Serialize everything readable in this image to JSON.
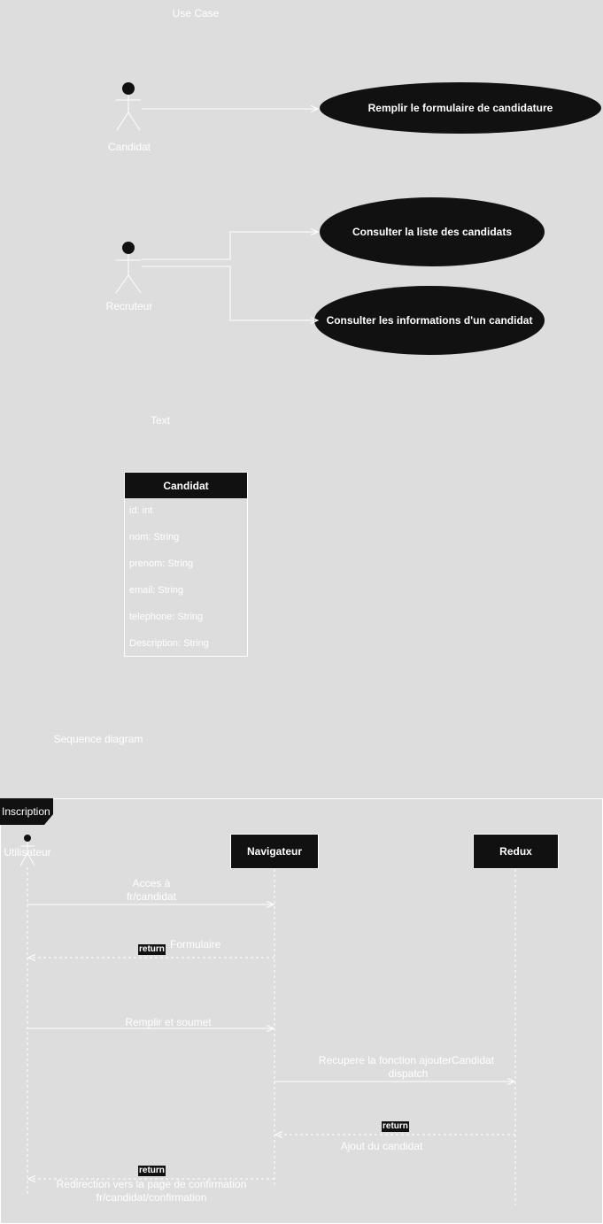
{
  "use_case": {
    "title": "Use Case",
    "actors": [
      {
        "name": "Candidat"
      },
      {
        "name": "Recruteur"
      }
    ],
    "use_cases": [
      {
        "label": "Remplir le formulaire de candidature"
      },
      {
        "label": "Consulter la liste des candidats"
      },
      {
        "label": "Consulter les informations d'un candidat"
      }
    ]
  },
  "class_section": {
    "title": "Text",
    "class": {
      "name": "Candidat",
      "attributes": [
        "id: int",
        "nom: String",
        "prenom: String",
        "email: String",
        "telephone: String",
        "Description: String"
      ]
    }
  },
  "sequence": {
    "title": "Sequence diagram",
    "frame_label": "Inscription",
    "actor": "Utilisateur",
    "lifelines": [
      "Navigateur",
      "Redux"
    ],
    "messages": [
      {
        "label_line1": "Acces à",
        "label_line2": "fr/candidat"
      },
      {
        "label": "Formulaire",
        "return_tag": "return"
      },
      {
        "label": "Remplir et soumet"
      },
      {
        "label_line1": "Recupere la fonction ajouterCandidat",
        "label_line2": "dispatch"
      },
      {
        "label": "Ajout du candidat",
        "return_tag": "return"
      },
      {
        "label_line1": "Redirection vers la page de confirmation",
        "label_line2": "fr/candidat/confirmation",
        "return_tag": "return"
      }
    ]
  },
  "colors": {
    "background": "#dddddd",
    "fill_dark": "#111111",
    "stroke": "#ffffff"
  }
}
